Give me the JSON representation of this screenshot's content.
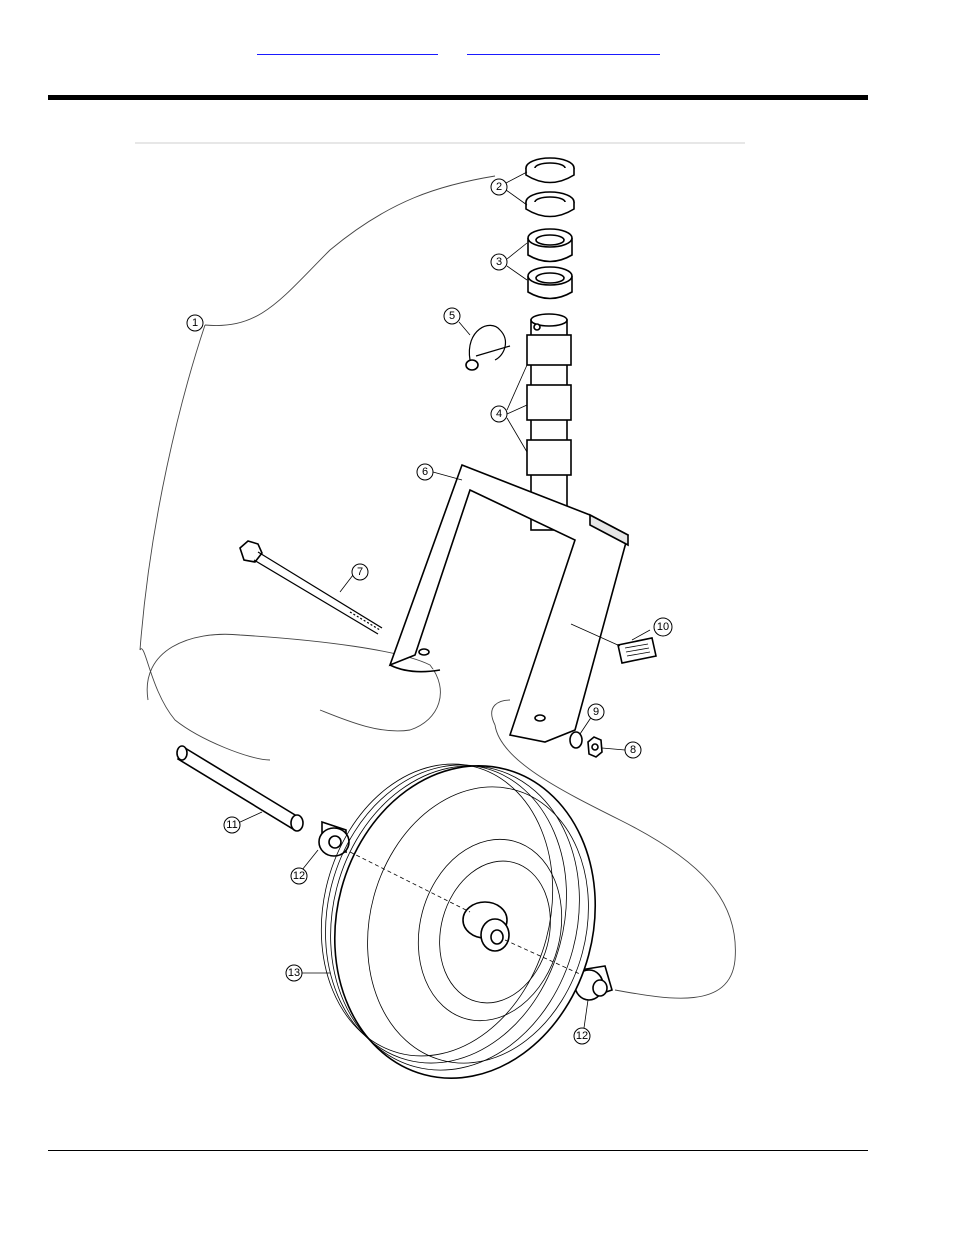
{
  "header": {
    "link_left": "",
    "link_right": ""
  },
  "callouts": {
    "c1": "1",
    "c2": "2",
    "c3": "3",
    "c4": "4",
    "c5": "5",
    "c6": "6",
    "c7": "7",
    "c8": "8",
    "c9": "9",
    "c10": "10",
    "c11": "11",
    "c12a": "12",
    "c12b": "12",
    "c13": "13"
  }
}
